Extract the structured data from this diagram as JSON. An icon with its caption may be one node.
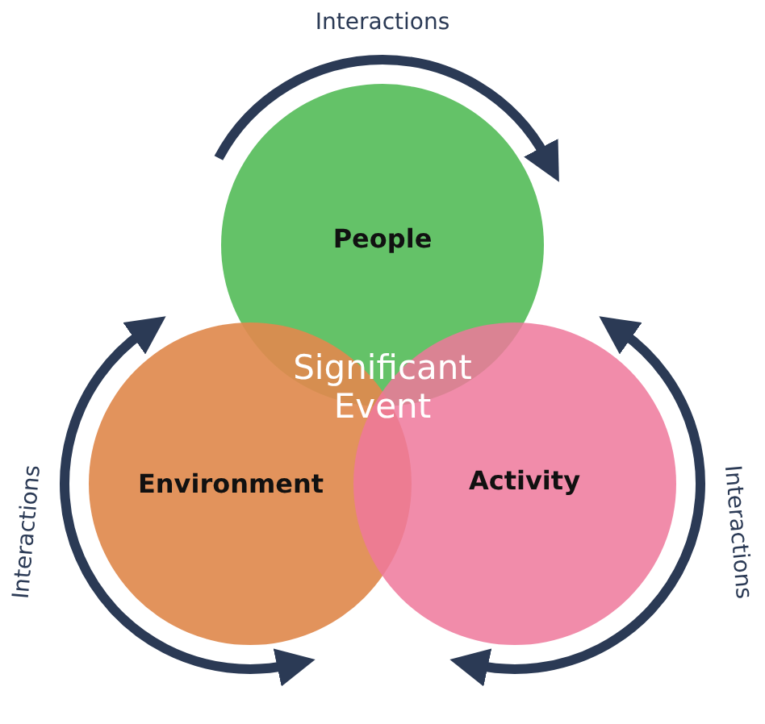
{
  "diagram": {
    "nodes": [
      {
        "text": [
          "People"
        ]
      },
      {
        "text": [
          "Environment"
        ]
      },
      {
        "text": [
          "Activity"
        ]
      }
    ],
    "labels": [
      "Interactions",
      "Significant Event",
      "Interactions",
      "Interactions"
    ]
  }
}
